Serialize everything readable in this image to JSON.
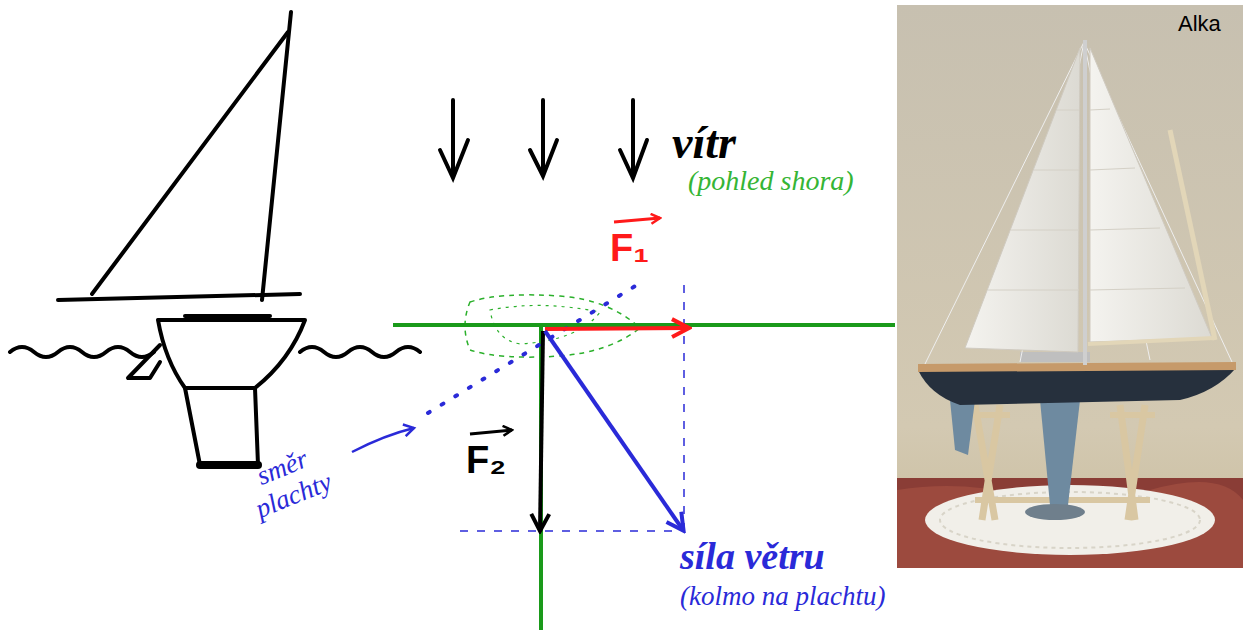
{
  "diagram": {
    "labels": [
      "vítr",
      "(pohled shora)",
      "F₁",
      "F₂",
      "směr plachty",
      "síla větru",
      "(kolmo na plachtu)",
      "Alka"
    ]
  }
}
